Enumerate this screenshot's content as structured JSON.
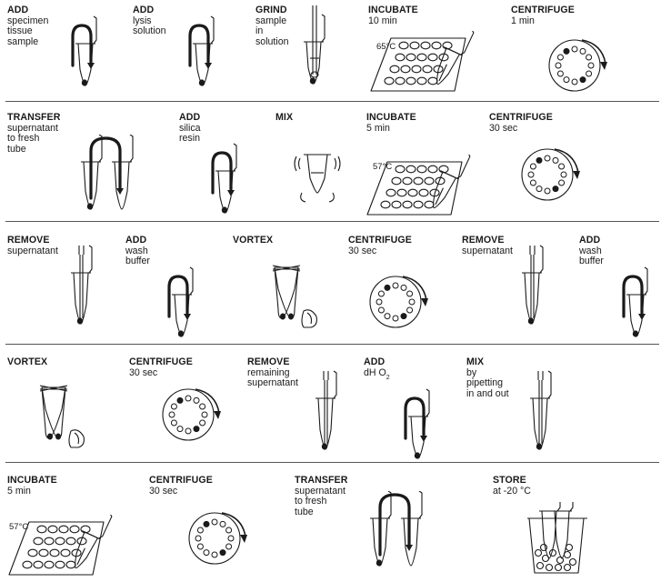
{
  "colors": {
    "ink": "#1a1a1a",
    "divider": "#555555"
  },
  "rows": [
    {
      "steps": [
        {
          "id": "r1s1",
          "title": "ADD",
          "desc": [
            "specimen",
            "tissue",
            "sample"
          ],
          "icon": "add-arrow-tube-icon"
        },
        {
          "id": "r1s2",
          "title": "ADD",
          "desc": [
            "lysis",
            "solution"
          ],
          "icon": "add-arrow-tube-icon"
        },
        {
          "id": "r1s3",
          "title": "GRIND",
          "desc": [
            "sample",
            "in",
            "solution"
          ],
          "icon": "pestle-tube-icon"
        },
        {
          "id": "r1s4",
          "title": "INCUBATE",
          "desc": [
            "10 min"
          ],
          "temp": "65°C",
          "icon": "heat-block-icon"
        },
        {
          "id": "r1s5",
          "title": "CENTRIFUGE",
          "desc": [
            "1 min"
          ],
          "icon": "rotor-icon"
        }
      ]
    },
    {
      "steps": [
        {
          "id": "r2s1",
          "title": "TRANSFER",
          "desc": [
            "supernatant",
            "to fresh",
            "tube"
          ],
          "icon": "transfer-tubes-icon"
        },
        {
          "id": "r2s2",
          "title": "ADD",
          "desc": [
            "silica",
            "resin"
          ],
          "icon": "add-arrow-tube-icon"
        },
        {
          "id": "r2s3",
          "title": "MIX",
          "desc": [],
          "icon": "shaking-tube-icon"
        },
        {
          "id": "r2s4",
          "title": "INCUBATE",
          "desc": [
            "5 min"
          ],
          "temp": "57°C",
          "icon": "heat-block-icon"
        },
        {
          "id": "r2s5",
          "title": "CENTRIFUGE",
          "desc": [
            "30 sec"
          ],
          "icon": "rotor-icon"
        }
      ]
    },
    {
      "steps": [
        {
          "id": "r3s1",
          "title": "REMOVE",
          "desc": [
            "supernatant"
          ],
          "icon": "pipette-tube-icon"
        },
        {
          "id": "r3s2",
          "title": "ADD",
          "desc": [
            "wash",
            "buffer"
          ],
          "icon": "add-arrow-tube-icon"
        },
        {
          "id": "r3s3",
          "title": "VORTEX",
          "desc": [],
          "icon": "vortex-tubes-icon"
        },
        {
          "id": "r3s4",
          "title": "CENTRIFUGE",
          "desc": [
            "30 sec"
          ],
          "icon": "rotor-icon"
        },
        {
          "id": "r3s5",
          "title": "REMOVE",
          "desc": [
            "supernatant"
          ],
          "icon": "pipette-tube-icon"
        },
        {
          "id": "r3s6",
          "title": "ADD",
          "desc": [
            "wash",
            "buffer"
          ],
          "icon": "add-arrow-tube-icon"
        }
      ]
    },
    {
      "steps": [
        {
          "id": "r4s1",
          "title": "VORTEX",
          "desc": [],
          "icon": "vortex-tubes-icon"
        },
        {
          "id": "r4s2",
          "title": "CENTRIFUGE",
          "desc": [
            "30 sec"
          ],
          "icon": "rotor-icon"
        },
        {
          "id": "r4s3",
          "title": "REMOVE",
          "desc": [
            "remaining",
            "supernatant"
          ],
          "icon": "pipette-tube-icon"
        },
        {
          "id": "r4s4",
          "title": "ADD",
          "desc_main": "dH O",
          "desc_sub": "2",
          "desc": [],
          "icon": "add-arrow-tube-icon"
        },
        {
          "id": "r4s5",
          "title": "MIX",
          "desc": [
            "by",
            "pipetting",
            "in and out"
          ],
          "icon": "pipette-tube-icon"
        }
      ]
    },
    {
      "steps": [
        {
          "id": "r5s1",
          "title": "INCUBATE",
          "desc": [
            "5 min"
          ],
          "temp": "57°C",
          "icon": "heat-block-icon"
        },
        {
          "id": "r5s2",
          "title": "CENTRIFUGE",
          "desc": [
            "30 sec"
          ],
          "icon": "rotor-icon"
        },
        {
          "id": "r5s3",
          "title": "TRANSFER",
          "desc": [
            "supernatant",
            "to fresh",
            "tube"
          ],
          "icon": "transfer-tubes-icon"
        },
        {
          "id": "r5s4",
          "title": "STORE",
          "desc": [
            "at -20 °C"
          ],
          "icon": "ice-bucket-icon"
        }
      ]
    }
  ]
}
